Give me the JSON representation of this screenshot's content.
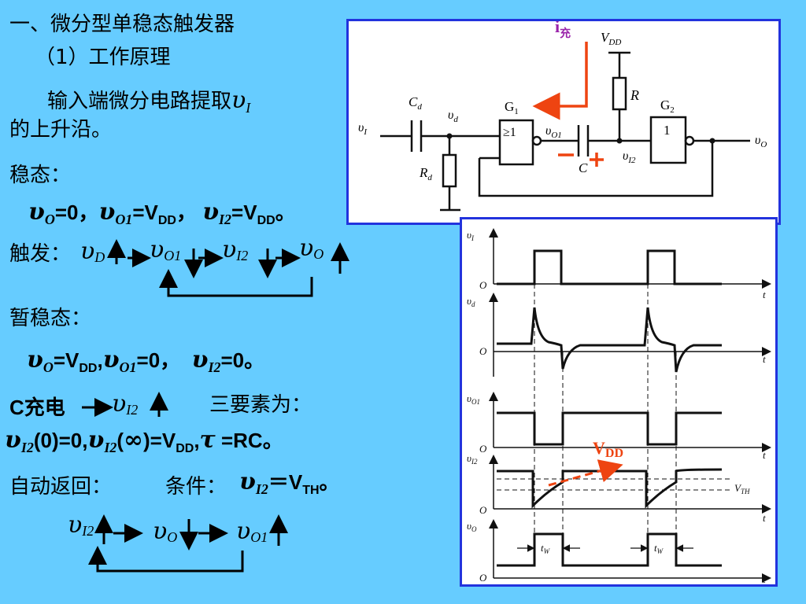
{
  "heading": "一、微分型单稳态触发器",
  "subheading": "（1）工作原理",
  "intro": {
    "line1": "输入端微分电路提取",
    "var": "υ",
    "sub": "I",
    "line2": "的上升沿。"
  },
  "stable": {
    "label": "稳态：",
    "eq": {
      "v": "υ",
      "s1": "O",
      "val1": "=0，",
      "s2": "O1",
      "val2": "=V",
      "sub_dd": "DD",
      "val3": "，",
      "s3": "I2",
      "val4": "=V",
      "end": "。"
    }
  },
  "trigger": {
    "label": "触发：",
    "vars": [
      {
        "v": "υ",
        "s": "D"
      },
      {
        "v": "υ",
        "s": "O1"
      },
      {
        "v": "υ",
        "s": "I2"
      },
      {
        "v": "υ",
        "s": "O"
      }
    ]
  },
  "transient": {
    "label": "暂稳态：",
    "eq": {
      "v": "υ",
      "s1": "O",
      "val1": "=V",
      "sub_dd": "DD",
      "comma": ",",
      "s2": "O1",
      "val2": "=0，",
      "s3": "I2",
      "val3": "=0。"
    }
  },
  "charge": {
    "prefix": "C充电",
    "v": "υ",
    "s": "I2",
    "three": "三要素为："
  },
  "elements": {
    "v": "υ",
    "s": "I2",
    "p1": "(0)=0",
    "comma": ",",
    "p2": "(",
    "inf": "∞",
    "p3": ")=V",
    "sub_dd": "DD",
    "tau": "τ",
    "p4": "=RC。"
  },
  "auto": {
    "label": "自动返回：",
    "cond": "条件：",
    "v": "υ",
    "s": "I2",
    "eq": "＝V",
    "sub_th": "TH",
    "end": "。"
  },
  "return_chain": {
    "vars": [
      {
        "v": "υ",
        "s": "I2"
      },
      {
        "v": "υ",
        "s": "O"
      },
      {
        "v": "υ",
        "s": "O1"
      }
    ]
  },
  "circuit": {
    "i_label": "i",
    "i_sub": "充",
    "vdd": "V",
    "vdd_sub": "DD",
    "r": "R",
    "cd": "C",
    "cd_sub": "d",
    "vd": "υ",
    "vd_sub": "d",
    "vi": "υ",
    "vi_sub": "I",
    "rd": "R",
    "rd_sub": "d",
    "g1": "G",
    "g1_sub": "1",
    "g2": "G",
    "g2_sub": "2",
    "gate1": "≥1",
    "gate2": "1",
    "vo1": "υ",
    "vo1_sub": "O1",
    "c": "C",
    "vi2": "υ",
    "vi2_sub": "I2",
    "vo": "υ",
    "vo_sub": "O",
    "minus": "−",
    "plus": "+"
  },
  "waveform": {
    "labels": [
      {
        "v": "υ",
        "s": "I"
      },
      {
        "v": "υ",
        "s": "d"
      },
      {
        "v": "υ",
        "s": "O1"
      },
      {
        "v": "υ",
        "s": "I2"
      },
      {
        "v": "υ",
        "s": "O"
      }
    ],
    "origin": "O",
    "t": "t",
    "vdd": "V",
    "vdd_sub": "DD",
    "vth": "V",
    "vth_sub": "TH",
    "tw": "t",
    "tw_sub": "W"
  },
  "colors": {
    "background": "#66ccff",
    "frame": "#2233dd",
    "accent": "#ee4411",
    "purple": "#9922aa"
  }
}
